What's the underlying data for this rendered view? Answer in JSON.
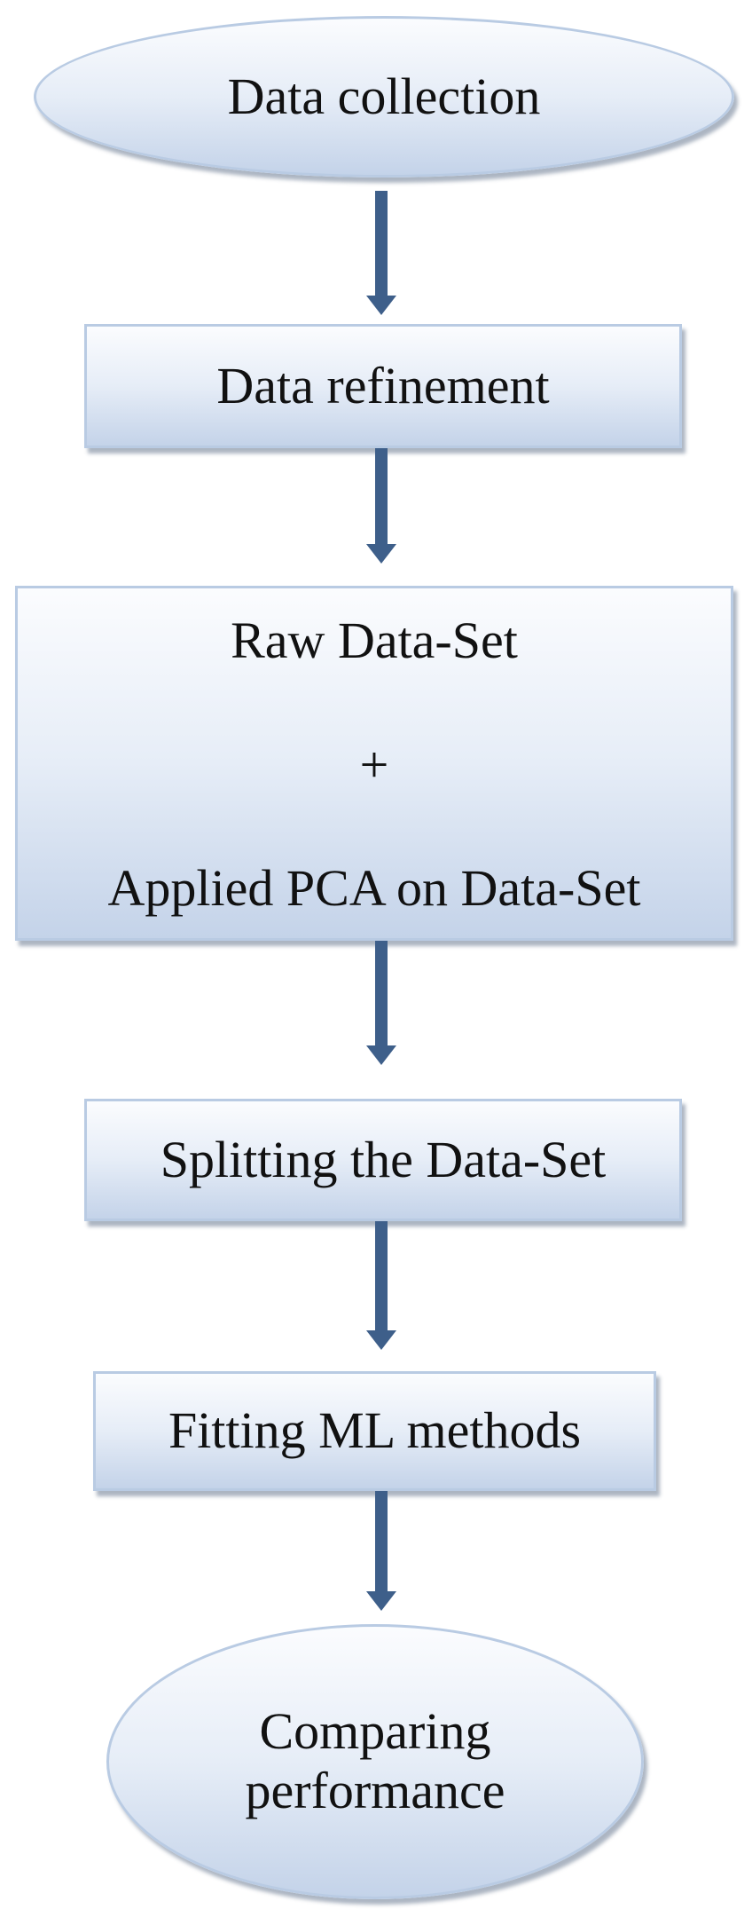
{
  "steps": {
    "data_collection": "Data collection",
    "data_refinement": "Data refinement",
    "raw_dataset": "Raw Data-Set",
    "plus": "+",
    "applied_pca": "Applied PCA on Data-Set",
    "splitting": "Splitting the Data-Set",
    "fitting": "Fitting ML methods",
    "comparing_line1": "Comparing",
    "comparing_line2": "performance"
  },
  "colors": {
    "arrow": "#3e5f8a",
    "node_border": "#b9cbe3",
    "node_fill_top": "#fbfcfe",
    "node_fill_bottom": "#c4d3e9"
  }
}
